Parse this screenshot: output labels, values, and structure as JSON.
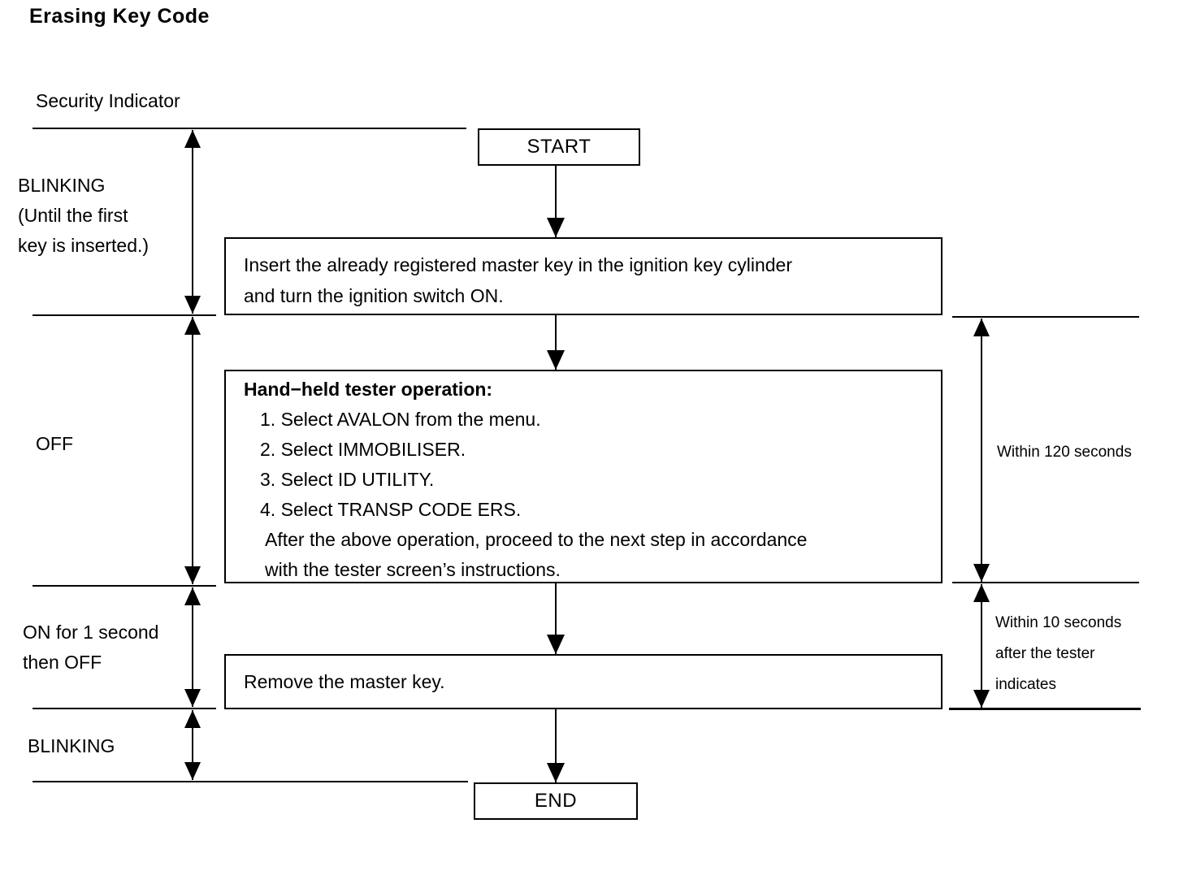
{
  "title": "Erasing Key Code",
  "colors": {
    "line": "#000000",
    "background": "#ffffff",
    "text": "#000000"
  },
  "timeline": {
    "axis_label": "Security Indicator",
    "segments": [
      {
        "label": "BLINKING\n(Until the first\nkey is inserted.)"
      },
      {
        "label": "OFF"
      },
      {
        "label": "ON for 1 second\nthen OFF"
      },
      {
        "label": "BLINKING"
      }
    ]
  },
  "flowchart": {
    "start_label": "START",
    "steps": [
      {
        "text": "Insert the already registered master key in the ignition key cylinder\nand turn the ignition switch ON."
      },
      {
        "heading": "Hand−held tester operation:",
        "items": [
          "1. Select AVALON from the menu.",
          "2. Select IMMOBILISER.",
          "3. Select ID UTILITY.",
          "4. Select TRANSP CODE ERS."
        ],
        "note": "After the above operation, proceed to the next step in accordance\nwith the tester screen’s instructions."
      },
      {
        "text": "Remove the master key."
      }
    ],
    "end_label": "END"
  },
  "annotations": {
    "within_120": "Within 120 seconds",
    "within_10": "Within 10 seconds\nafter the tester\nindicates"
  }
}
